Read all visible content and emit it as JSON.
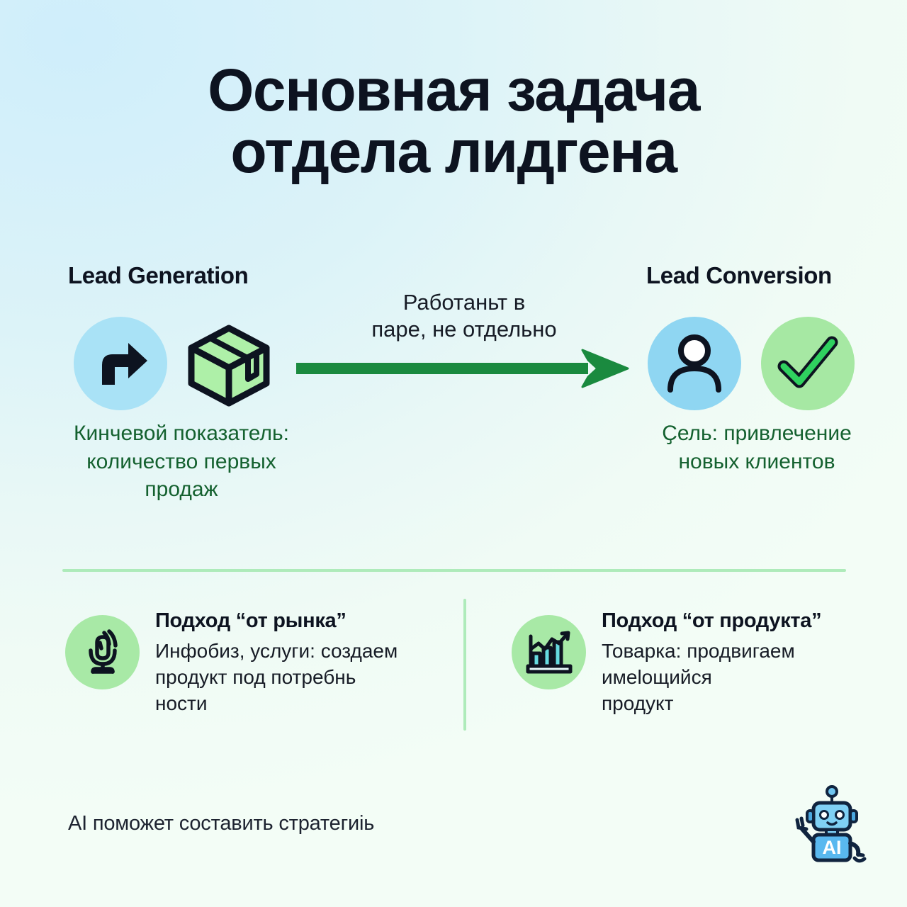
{
  "title": {
    "line1": "Основная задача",
    "line2": "отдела лидгена"
  },
  "flow": {
    "left": {
      "heading": "Lead Generation",
      "icons": [
        "curved-arrow-icon",
        "package-box-icon"
      ],
      "caption_lines": [
        "Кинчевой показатель:",
        "количество первых",
        "продаж"
      ]
    },
    "connector": {
      "label_lines": [
        "Работаньт в",
        "паре, не отдельно"
      ],
      "icon": "right-arrow"
    },
    "right": {
      "heading": "Lead Conversion",
      "icons": [
        "person-icon",
        "checkmark-icon"
      ],
      "caption_lines": [
        "Ҫель: привлечение",
        "новых клиентов"
      ]
    }
  },
  "approaches": [
    {
      "icon": "microphone-icon",
      "title": "Подход “от рынка”",
      "desc_lines": [
        "Инфобиз, услуги: создаем",
        "продукт под потребнь",
        "ности"
      ]
    },
    {
      "icon": "bar-chart-growth-icon",
      "title": "Подход “от продукта”",
      "desc_lines": [
        "Товарка: продвигаем",
        "имеlощийся",
        "продукт"
      ]
    }
  ],
  "footer": {
    "note": "AI поможет составить стратегиіь",
    "badge_label": "AI",
    "icon": "ai-robot-icon"
  },
  "colors": {
    "text_dark": "#0d1320",
    "text_green": "#14612f",
    "arrow_green": "#1a8a3f",
    "circle_blue": "#a9e2f6",
    "circle_blue_deep": "#8fd6f2",
    "circle_green": "#a6e8a3",
    "divider_green": "#a6e9b4",
    "bg_top_left": "#cfeefb",
    "bg_bottom_right": "#f3fdf6"
  }
}
